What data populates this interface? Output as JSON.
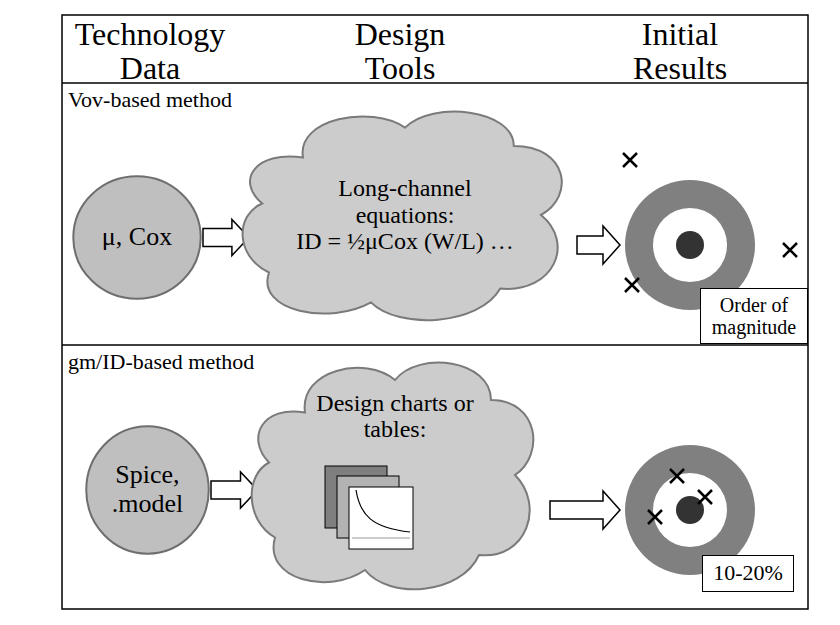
{
  "diagram": {
    "nodes": [
      {
        "text": [
          "μ, Cox"
        ]
      },
      {
        "text": [
          "Long-channel equations:",
          "ID = ½μCox (W/L) …"
        ]
      },
      {
        "text": [
          "Order of magnitude"
        ]
      },
      {
        "text": [
          "Spice, .model"
        ]
      },
      {
        "text": [
          "Design charts or tables:"
        ]
      },
      {
        "text": [
          "10-20%"
        ]
      }
    ],
    "edges": [
      {
        "from": 0,
        "to": 1,
        "arrow": "to"
      },
      {
        "from": 3,
        "to": 4,
        "arrow": "to"
      }
    ],
    "labels": [
      "Technology Data",
      "Design Tools",
      "Initial Results",
      "Vov-based method",
      "gm/ID-based method"
    ]
  }
}
